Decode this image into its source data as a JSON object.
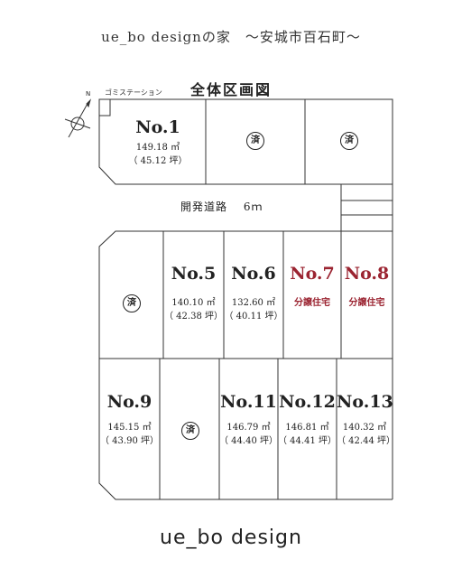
{
  "header": {
    "title": "ue_bo designの家　～安城市百石町～"
  },
  "plan": {
    "title": "全体区画図",
    "garbage_label": "ゴミステーション",
    "north_label": "N",
    "road_label": "開発道路　 6ｍ",
    "sold_mark": "済"
  },
  "lots": {
    "no1": {
      "label": "No.1",
      "area": "149.18 ㎡",
      "tsubo": "（ 45.12 坪）"
    },
    "no5": {
      "label": "No.5",
      "area": "140.10 ㎡",
      "tsubo": "（ 42.38 坪）"
    },
    "no6": {
      "label": "No.6",
      "area": "132.60 ㎡",
      "tsubo": "（ 40.11 坪）"
    },
    "no7": {
      "label": "No.7",
      "status": "分譲住宅"
    },
    "no8": {
      "label": "No.8",
      "status": "分譲住宅"
    },
    "no9": {
      "label": "No.9",
      "area": "145.15 ㎡",
      "tsubo": "（ 43.90 坪）"
    },
    "no11": {
      "label": "No.11",
      "area": "146.79 ㎡",
      "tsubo": "（ 44.40 坪）"
    },
    "no12": {
      "label": "No.12",
      "area": "146.81 ㎡",
      "tsubo": "（ 44.41 坪）"
    },
    "no13": {
      "label": "No.13",
      "area": "140.32 ㎡",
      "tsubo": "（ 42.44 坪）"
    }
  },
  "colors": {
    "line": "#333333",
    "highlight": "#9b2431"
  },
  "footer": {
    "brand": "ue_bo design"
  }
}
